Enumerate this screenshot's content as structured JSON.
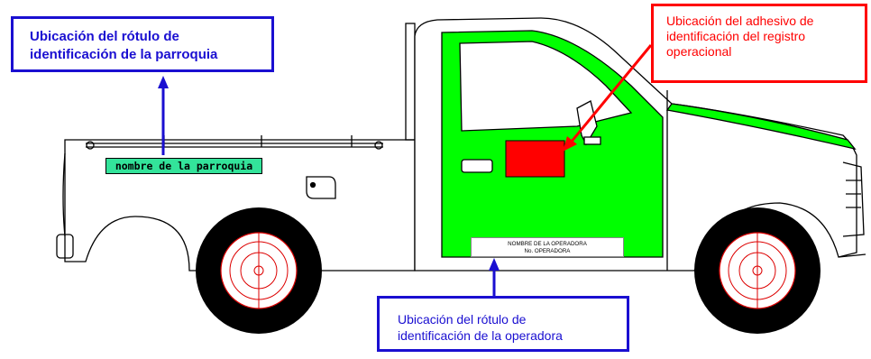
{
  "callouts": {
    "parroquia": {
      "line1": "Ubicación del rótulo de",
      "line2": "identificación de la parroquia"
    },
    "adhesivo": {
      "line1": "Ubicación del adhesivo de",
      "line2": "identificación del registro",
      "line3": "operacional"
    },
    "operadora": {
      "line1": "Ubicación del rótulo de",
      "line2": "identificación de la operadora"
    }
  },
  "labels": {
    "parroquia_plate": "nombre de la parroquia",
    "operadora_line1": "NOMBRE DE LA OPERADORA",
    "operadora_line2": "No. OPERADORA"
  },
  "colors": {
    "blue_callout": "#1a0fd1",
    "red_callout": "#ff0000",
    "door_green": "#00ff00",
    "plate_green": "#33e39a",
    "sticker_red": "#ff0000"
  }
}
